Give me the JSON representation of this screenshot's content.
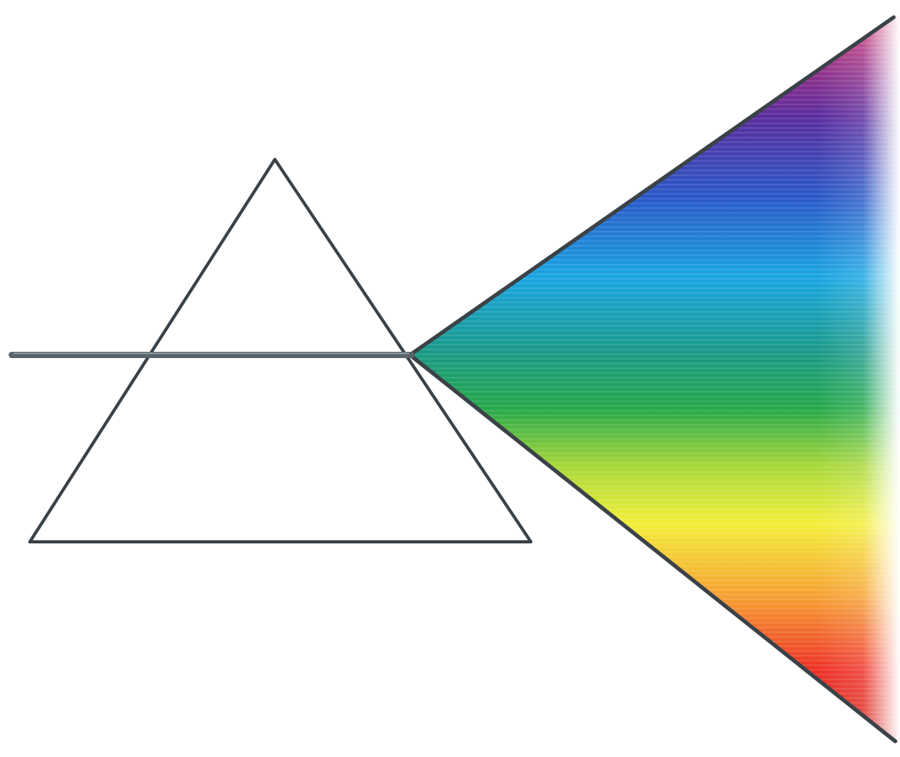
{
  "diagram": {
    "colors": {
      "background": "#ffffff",
      "outline": "#3a4248",
      "beam": "#59656c",
      "spectrum": [
        {
          "name": "magenta",
          "hex": "#c23478"
        },
        {
          "name": "violet",
          "hex": "#5a2d9e"
        },
        {
          "name": "blue",
          "hex": "#2a59c8"
        },
        {
          "name": "sky-blue",
          "hex": "#1aa6e2"
        },
        {
          "name": "teal",
          "hex": "#1a9a8a"
        },
        {
          "name": "green",
          "hex": "#25a84a"
        },
        {
          "name": "lime",
          "hex": "#a8d83a"
        },
        {
          "name": "yellow",
          "hex": "#f4ee3a"
        },
        {
          "name": "orange",
          "hex": "#f6a032"
        },
        {
          "name": "red",
          "hex": "#ee3228"
        },
        {
          "name": "dark-red",
          "hex": "#d42a22"
        }
      ]
    }
  }
}
